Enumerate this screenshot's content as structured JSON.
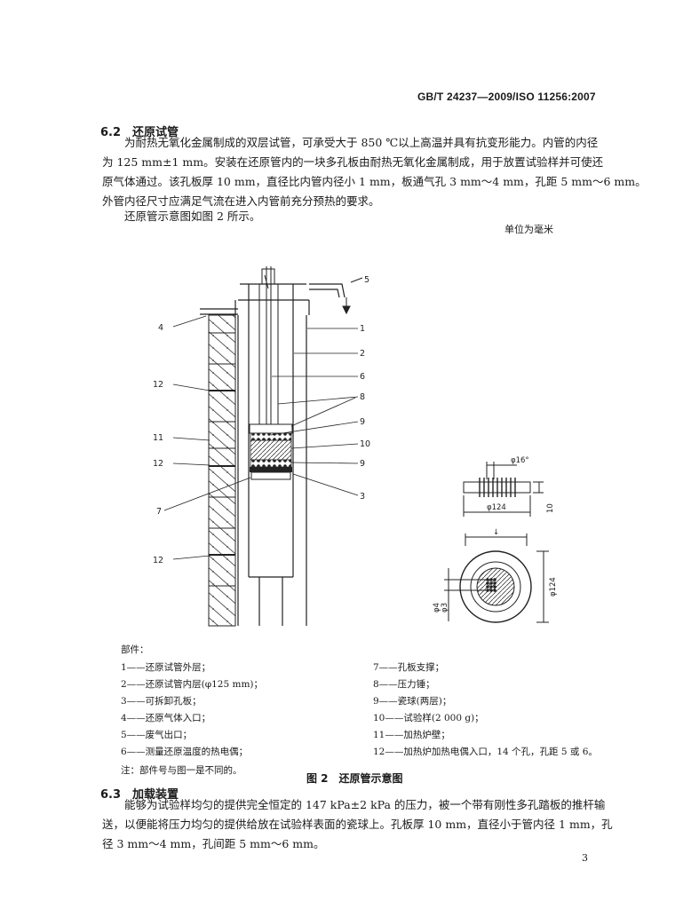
{
  "header": {
    "standard_number": "GB/T 24237—2009/ISO 11256:2007"
  },
  "section_6_2": {
    "heading": "6.2　还原试管",
    "lines": [
      "为耐热无氧化金属制成的双层试管，可承受大于 850 ℃以上高温并具有抗变形能力。内管的内径",
      "为 125 mm±1 mm。安装在还原管内的一块多孔板由耐热无氧化金属制成，用于放置试验样并可使还",
      "原气体通过。该孔板厚 10 mm，直径比内管内径小 1 mm，板通气孔 3 mm～4 mm，孔距 5 mm～6 mm。",
      "外管内径尺寸应满足气流在进入内管前充分预热的要求。"
    ],
    "figure_ref": "还原管示意图如图 2 所示。"
  },
  "unit_note": "单位为毫米",
  "figure": {
    "callouts": [
      "1",
      "2",
      "3",
      "4",
      "5",
      "6",
      "7",
      "8",
      "9",
      "9",
      "10",
      "11",
      "12",
      "12",
      "12"
    ],
    "dims": {
      "hole_dia": "φ16°",
      "plate_dia": "φ124",
      "thickness": "10",
      "ring_dia": "φ124",
      "hole_pitch": "φ4",
      "hole_gap": "φ3",
      "top_mark": "↓"
    },
    "parts_title": "部件：",
    "parts_left": [
      "1——还原试管外层；",
      "2——还原试管内层(φ125 mm)；",
      "3——可拆卸孔板；",
      "4——还原气体入口；",
      "5——废气出口；",
      "6——测量还原温度的热电偶；"
    ],
    "parts_right": [
      "7——孔板支撑；",
      "8——压力锤；",
      "9——瓷球(两层)；",
      "10——试验样(2 000 g)；",
      "11——加热炉壁；",
      "12——加热炉加热电偶入口，14 个孔，孔距 5 或 6。"
    ],
    "note": "注：部件号与图一是不同的。",
    "caption": "图 2　还原管示意图"
  },
  "section_6_3": {
    "heading": "6.3　加载装置",
    "lines": [
      "能够为试验样均匀的提供完全恒定的 147 kPa±2 kPa 的压力，被一个带有刚性多孔踏板的推杆输",
      "送，以便能将压力均匀的提供给放在试验样表面的瓷球上。孔板厚 10 mm，直径小于管内径 1 mm，孔",
      "径 3 mm～4 mm，孔间距 5 mm～6 mm。"
    ]
  },
  "page_number": "3"
}
